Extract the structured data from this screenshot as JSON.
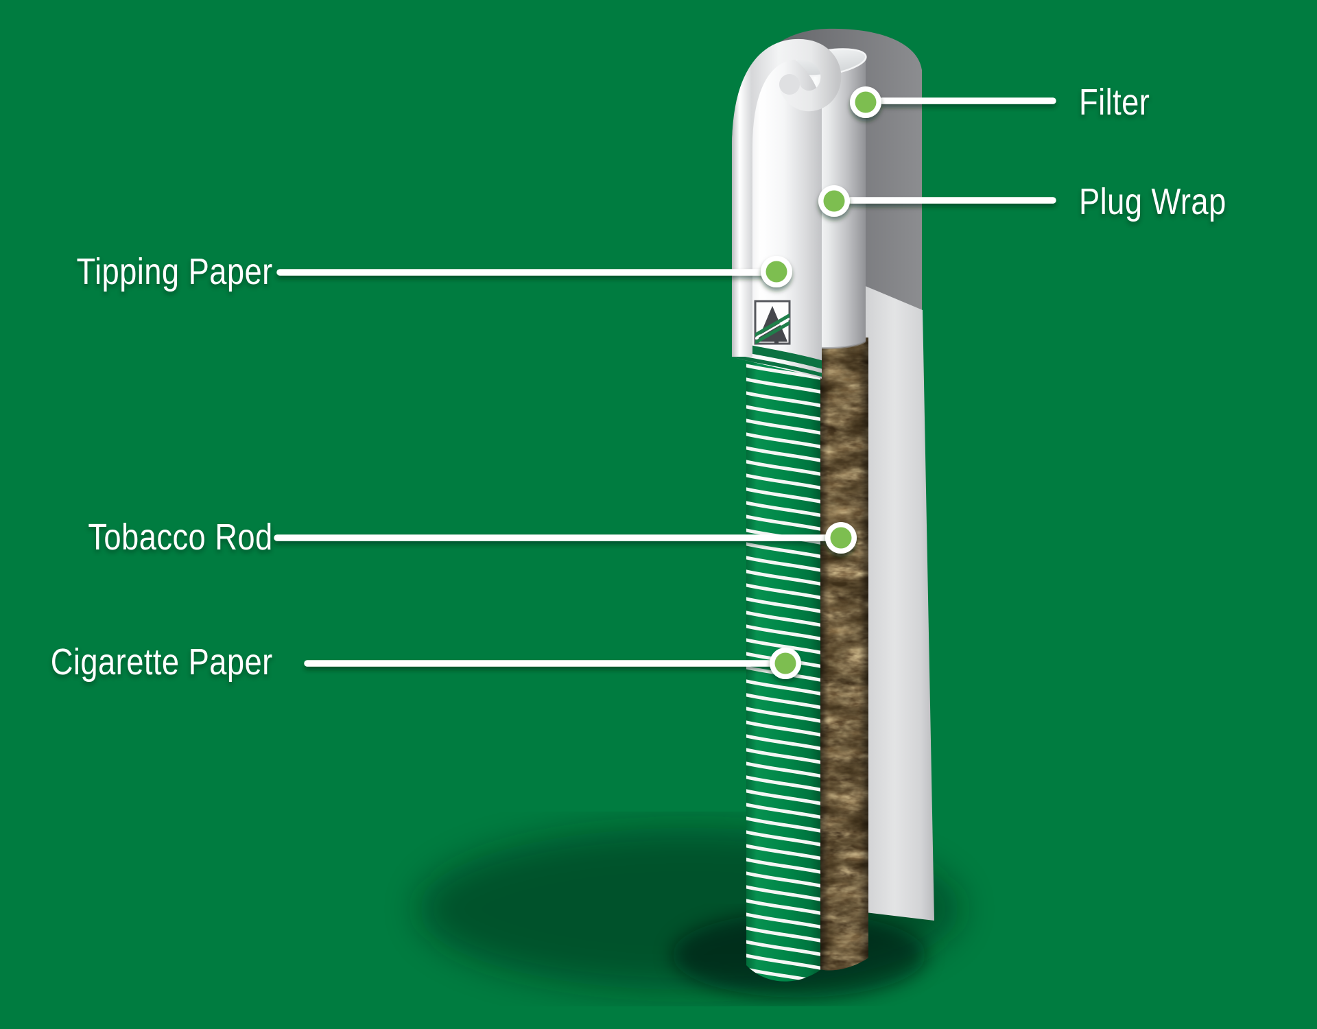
{
  "colors": {
    "background": "#007c40",
    "callout_dot": "#7dbe50",
    "callout_line": "#ffffff",
    "label_text": "#ffffff",
    "rod_wrap_green": "#00864a",
    "tipping_band_green": "#0c7242"
  },
  "callouts": {
    "filter": {
      "label": "Filter"
    },
    "plug_wrap": {
      "label": "Plug Wrap"
    },
    "tipping_paper": {
      "label": "Tipping Paper"
    },
    "tobacco_rod": {
      "label": "Tobacco Rod"
    },
    "cigarette_paper": {
      "label": "Cigarette Paper"
    }
  }
}
